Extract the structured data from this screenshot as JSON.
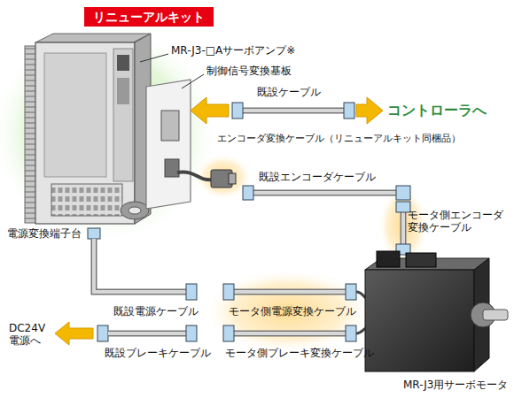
{
  "diagram": {
    "title": "リニューアルキット",
    "labels": [
      "MR-J3-□Aサーボアンプ※",
      "制御信号変換基板",
      "既設ケーブル",
      "コントローラへ",
      "エンコーダ変換ケーブル（リニューアルキット同梱品）",
      "既設エンコーダケーブル",
      "モータ側エンコーダ 変換ケーブル",
      "電源変換端子台",
      "既設電源ケーブル",
      "モータ側電源変換ケーブル",
      "DC24V 電源へ",
      "既設ブレーキケーブル",
      "モータ側ブレーキ変換ケーブル",
      "MR-J3用サーボモータ"
    ]
  }
}
